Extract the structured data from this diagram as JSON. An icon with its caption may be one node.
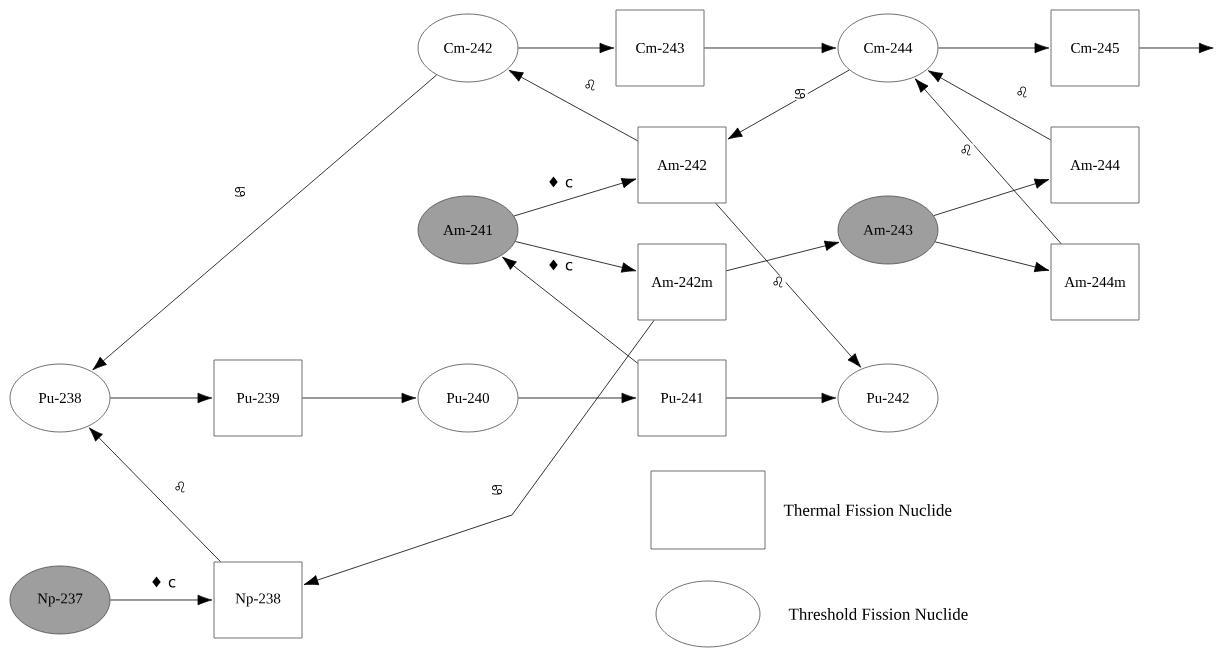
{
  "diagram": {
    "nodes": [
      {
        "text": [
          "Cm-242"
        ]
      },
      {
        "text": [
          "Cm-243"
        ]
      },
      {
        "text": [
          "Cm-244"
        ]
      },
      {
        "text": [
          "Cm-245"
        ]
      },
      {
        "text": [
          "Am-242"
        ]
      },
      {
        "text": [
          "Am-241"
        ]
      },
      {
        "text": [
          "Am-242m"
        ]
      },
      {
        "text": [
          "Am-243"
        ]
      },
      {
        "text": [
          "Am-244"
        ]
      },
      {
        "text": [
          "Am-244m"
        ]
      },
      {
        "text": [
          "Pu-238"
        ]
      },
      {
        "text": [
          "Pu-239"
        ]
      },
      {
        "text": [
          "Pu-240"
        ]
      },
      {
        "text": [
          "Pu-241"
        ]
      },
      {
        "text": [
          "Pu-242"
        ]
      },
      {
        "text": [
          "Np-237"
        ]
      },
      {
        "text": [
          "Np-238"
        ]
      }
    ],
    "edges": [
      {
        "from": 0,
        "to": 1,
        "arrow": "to"
      },
      {
        "from": 1,
        "to": 2,
        "arrow": "to"
      },
      {
        "from": 2,
        "to": 3,
        "arrow": "to"
      },
      {
        "from": 3,
        "to": null,
        "arrow": "to"
      },
      {
        "from": 4,
        "to": 0,
        "arrow": "to",
        "label": "♌"
      },
      {
        "from": 2,
        "to": 4,
        "arrow": "to",
        "label": "♋"
      },
      {
        "from": 8,
        "to": 2,
        "arrow": "to",
        "label": "♌"
      },
      {
        "from": 9,
        "to": 2,
        "arrow": "to",
        "label": "♌"
      },
      {
        "from": 5,
        "to": 4,
        "arrow": "to",
        "label": "♦ c"
      },
      {
        "from": 5,
        "to": 6,
        "arrow": "to",
        "label": "♦ c"
      },
      {
        "from": 6,
        "to": 7,
        "arrow": "to"
      },
      {
        "from": 7,
        "to": 8,
        "arrow": "to"
      },
      {
        "from": 7,
        "to": 9,
        "arrow": "to"
      },
      {
        "from": 4,
        "to": 14,
        "arrow": "to",
        "label": "♌"
      },
      {
        "from": 13,
        "to": 5,
        "arrow": "to"
      },
      {
        "from": 0,
        "to": 10,
        "arrow": "to",
        "label": "♋"
      },
      {
        "from": 10,
        "to": 11,
        "arrow": "to"
      },
      {
        "from": 11,
        "to": 12,
        "arrow": "to"
      },
      {
        "from": 12,
        "to": 13,
        "arrow": "to"
      },
      {
        "from": 13,
        "to": 14,
        "arrow": "to"
      },
      {
        "from": 16,
        "to": 10,
        "arrow": "to",
        "label": "♌"
      },
      {
        "from": 15,
        "to": 16,
        "arrow": "to",
        "label": "♦ c"
      },
      {
        "from": 6,
        "to": 16,
        "arrow": "to",
        "label": "♋"
      }
    ],
    "legend": [
      {
        "text": "Thermal Fission Nuclide"
      },
      {
        "text": "Threshold Fission Nuclide"
      }
    ]
  }
}
